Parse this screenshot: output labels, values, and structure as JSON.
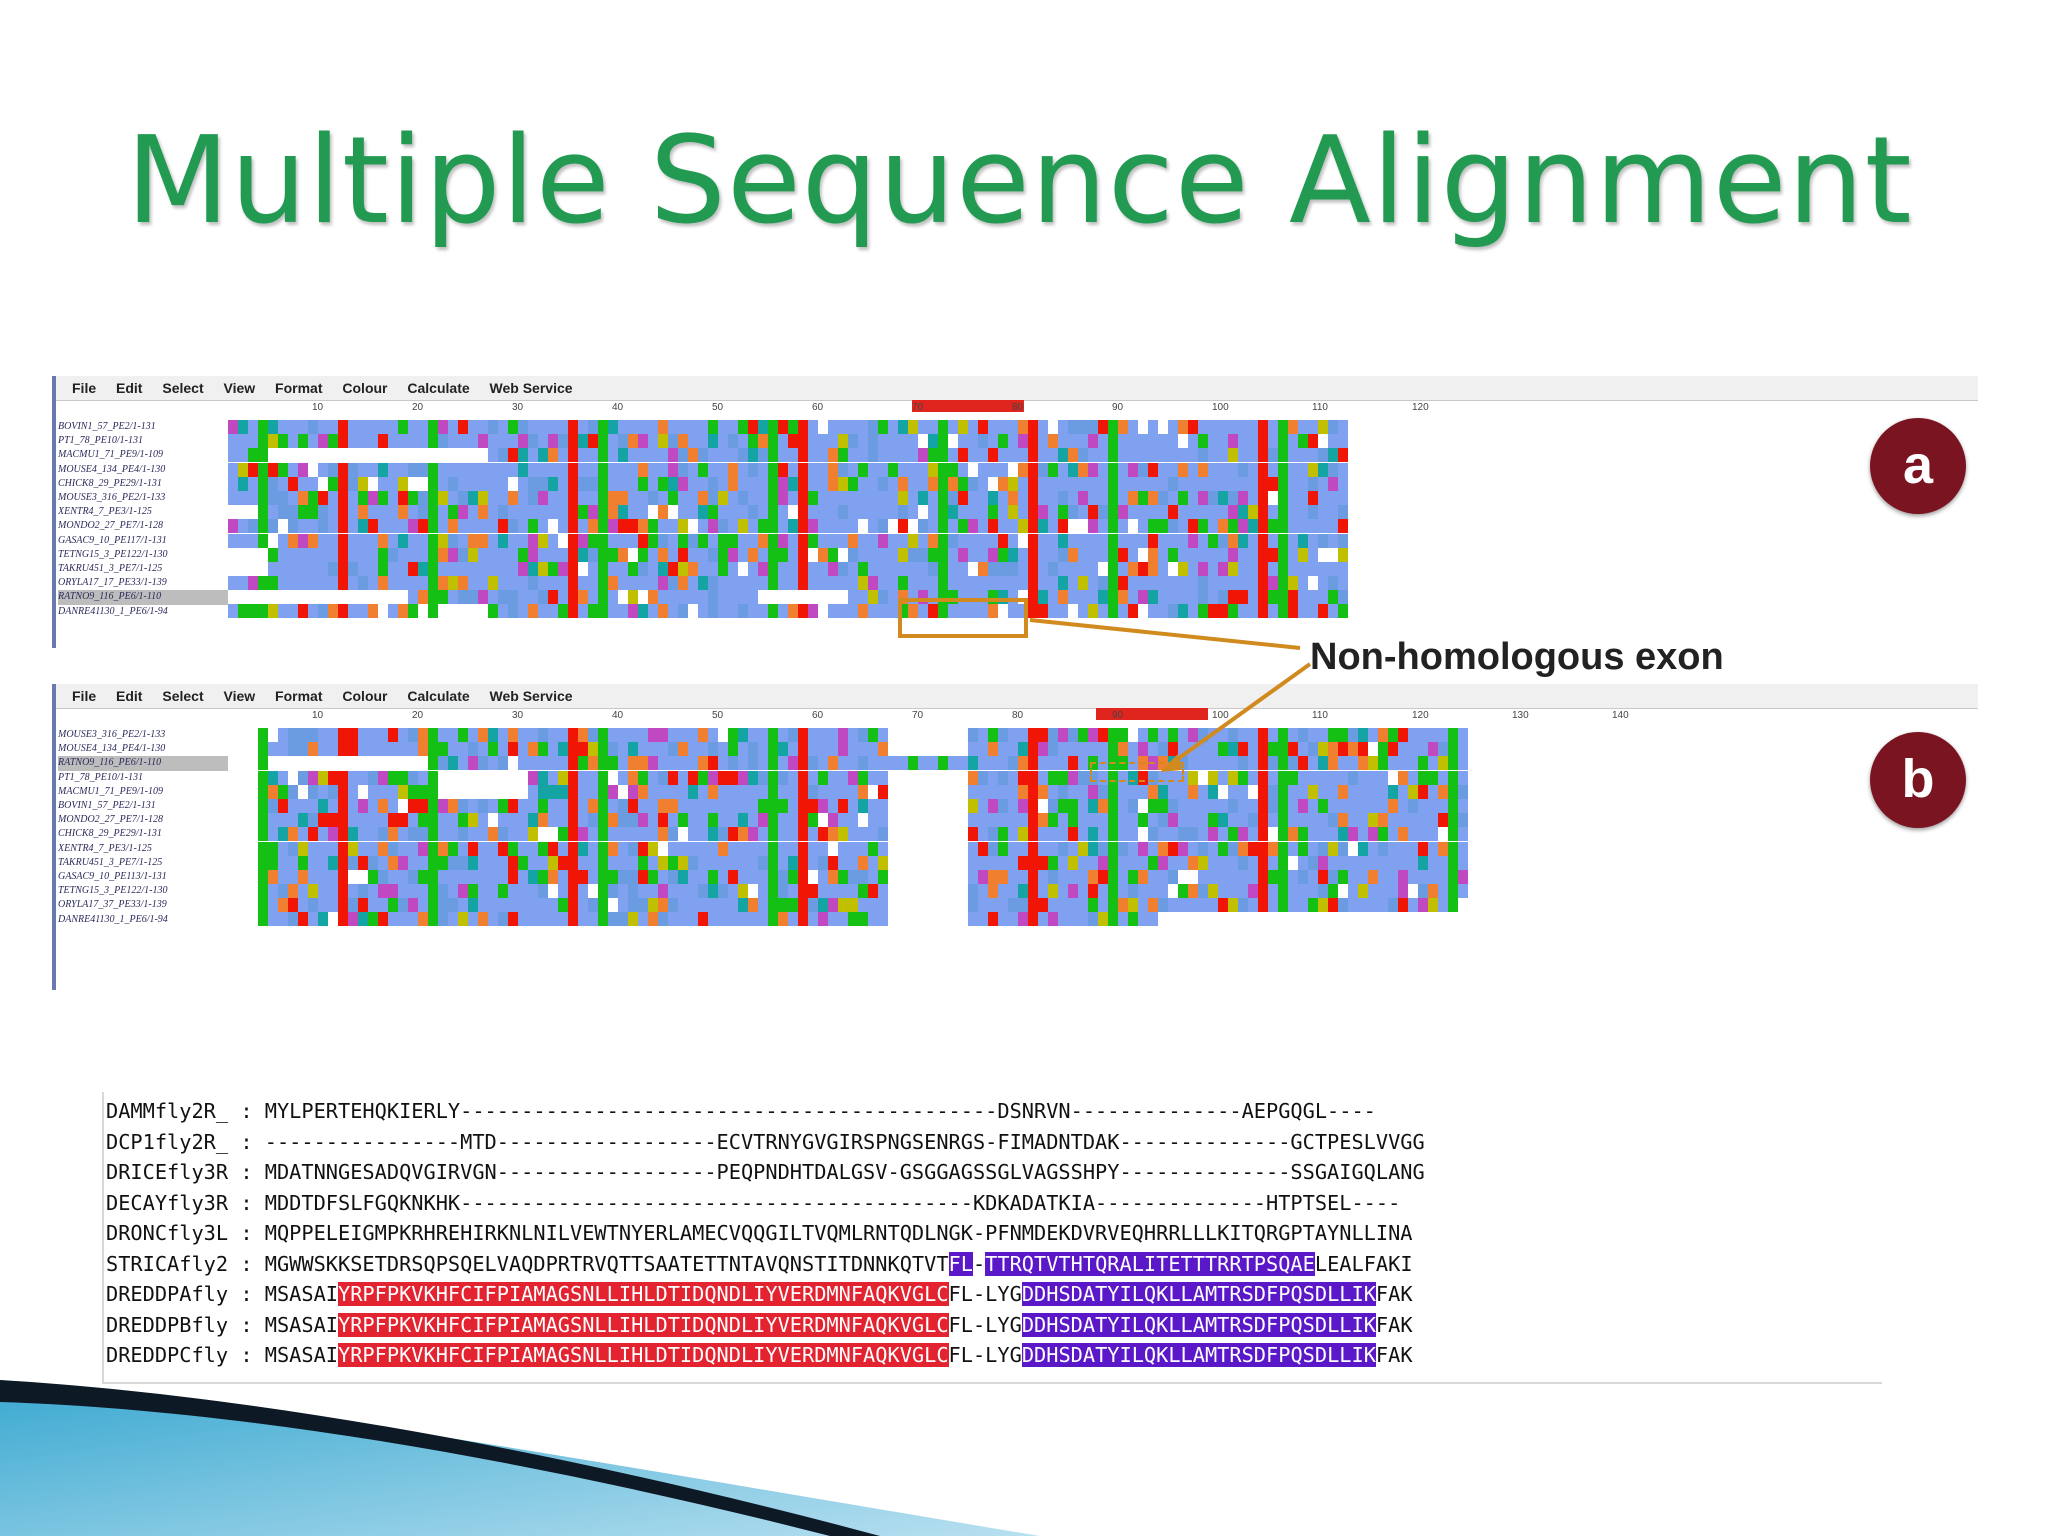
{
  "slide": {
    "title": "Multiple Sequence Alignment",
    "annotation": "Non-homologous exon",
    "panel_labels": [
      "a",
      "b"
    ]
  },
  "menu": [
    "File",
    "Edit",
    "Select",
    "View",
    "Format",
    "Colour",
    "Calculate",
    "Web Service"
  ],
  "panel_a": {
    "ruler": [
      "10",
      "20",
      "30",
      "40",
      "50",
      "60",
      "70",
      "80",
      "90",
      "100",
      "110",
      "120"
    ],
    "sequences": [
      "BOVIN1_57_PE2/1-131",
      "PT1_78_PE10/1-131",
      "MACMU1_71_PE9/1-109",
      "MOUSE4_134_PE4/1-130",
      "CHICK8_29_PE29/1-131",
      "MOUSE3_316_PE2/1-133",
      "XENTR4_7_PE3/1-125",
      "MONDO2_27_PE7/1-128",
      "GASAC9_10_PE117/1-131",
      "TETNG15_3_PE122/1-130",
      "TAKRU451_3_PE7/1-125",
      "ORYLA17_17_PE33/1-139",
      "RATNO9_116_PE6/1-110",
      "DANRE41130_1_PE6/1-94"
    ],
    "selected_index": 12
  },
  "panel_b": {
    "ruler": [
      "10",
      "20",
      "30",
      "40",
      "50",
      "60",
      "70",
      "80",
      "90",
      "100",
      "110",
      "120",
      "130",
      "140"
    ],
    "sequences": [
      "MOUSE3_316_PE2/1-133",
      "MOUSE4_134_PE4/1-130",
      "RATNO9_116_PE6/1-110",
      "PT1_78_PE10/1-131",
      "MACMU1_71_PE9/1-109",
      "BOVIN1_57_PE2/1-131",
      "MONDO2_27_PE7/1-128",
      "CHICK8_29_PE29/1-131",
      "XENTR4_7_PE3/1-125",
      "TAKRU451_3_PE7/1-125",
      "GASAC9_10_PE113/1-131",
      "TETNG15_3_PE122/1-130",
      "ORYLA17_37_PE33/1-139",
      "DANRE41130_1_PE6/1-94"
    ],
    "selected_index": 2
  },
  "text_alignment": {
    "rows": [
      {
        "name": "DAMMfly2R_",
        "segments": [
          {
            "t": "MYLPERTEHQKIERLY--------------------------------------------DSNRVN--------------AEPGQGL----",
            "c": ""
          }
        ]
      },
      {
        "name": "DCP1fly2R_",
        "segments": [
          {
            "t": "----------------MTD------------------ECVTRNYGVGIRSPNGSENRGS-FIMADNTDAK--------------GCTPESLVVGG",
            "c": ""
          }
        ]
      },
      {
        "name": "DRICEfly3R",
        "segments": [
          {
            "t": "MDATNNGESADQVGIRVGN------------------PEQPNDHTDALGSV-GSGGAGSSGLVAGSSHPY--------------SSGAIGQLANG",
            "c": ""
          }
        ]
      },
      {
        "name": "DECAYfly3R",
        "segments": [
          {
            "t": "MDDTDFSLFGQKNKHK------------------------------------------KDKADATKIA--------------HTPTSEL----",
            "c": ""
          }
        ]
      },
      {
        "name": "DRONCfly3L",
        "segments": [
          {
            "t": "MQPPELEIGMPKRHREHIRKNLNILVEWTNYERLAMECVQQGILTVQMLRNTQDLNGK-PFNMDEKDVRVEQHRRLLLKITQRGPTAYNLLINA",
            "c": ""
          }
        ]
      },
      {
        "name": "STRICAfly2",
        "segments": [
          {
            "t": "MGWWSKKSETDRSQPSQELVAQDPRTRVQTTSAATETTNTAVQNSTITDNNKQTVT",
            "c": ""
          },
          {
            "t": "FL",
            "c": "blue"
          },
          {
            "t": "-",
            "c": ""
          },
          {
            "t": "TTRQTVTHTQRALITETTTRRTPSQAE",
            "c": "blue"
          },
          {
            "t": "LEALFAKI",
            "c": ""
          }
        ]
      },
      {
        "name": "DREDDPAfly",
        "segments": [
          {
            "t": "MSASAI",
            "c": ""
          },
          {
            "t": "YRPFPKVKHFCIFPIAMAGSNLLIHLDTIDQNDLIYVERDMNFAQKVGLC",
            "c": "red"
          },
          {
            "t": "FL-LYG",
            "c": ""
          },
          {
            "t": "DDHSDATYILQKLLAMTRSDFPQSDLLIK",
            "c": "blue"
          },
          {
            "t": "FAK",
            "c": ""
          }
        ]
      },
      {
        "name": "DREDDPBfly",
        "segments": [
          {
            "t": "MSASAI",
            "c": ""
          },
          {
            "t": "YRPFPKVKHFCIFPIAMAGSNLLIHLDTIDQNDLIYVERDMNFAQKVGLC",
            "c": "red"
          },
          {
            "t": "FL-LYG",
            "c": ""
          },
          {
            "t": "DDHSDATYILQKLLAMTRSDFPQSDLLIK",
            "c": "blue"
          },
          {
            "t": "FAK",
            "c": ""
          }
        ]
      },
      {
        "name": "DREDDPCfly",
        "segments": [
          {
            "t": "MSASAI",
            "c": ""
          },
          {
            "t": "YRPFPKVKHFCIFPIAMAGSNLLIHLDTIDQNDLIYVERDMNFAQKVGLC",
            "c": "red"
          },
          {
            "t": "FL-LYG",
            "c": ""
          },
          {
            "t": "DDHSDATYILQKLLAMTRSDFPQSDLLIK",
            "c": "blue"
          },
          {
            "t": "FAK",
            "c": ""
          }
        ]
      }
    ],
    "separator": " : "
  },
  "colors": {
    "title": "#229a52",
    "badge": "#7a1420",
    "annotation_box": "#d18a1e",
    "red_block": "#e3232f",
    "blue_block": "#5a18c8",
    "residue_palette": [
      "#80a0f0",
      "#6b9be0",
      "#f01505",
      "#c048c0",
      "#f08030",
      "#15c015",
      "#c0c000",
      "#15a4a4",
      "#ffffff"
    ]
  }
}
